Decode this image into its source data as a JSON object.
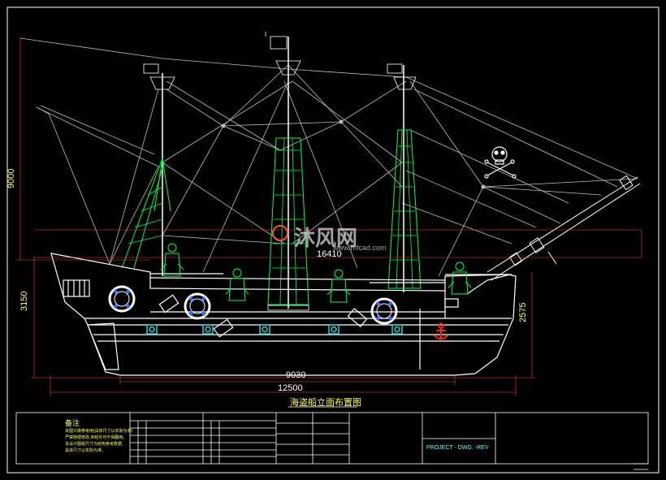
{
  "colors": {
    "background": "#000000",
    "frame": "#ffffff",
    "hull": "#ffffff",
    "rigging": "#bdbdbd",
    "mast": "#00ff40",
    "porthole": "#2ecfd0",
    "lifebuoy_stripe": "#2f6cff",
    "anchor": "#ff2020",
    "dimension": "#ffffff",
    "title": "#ffff55"
  },
  "dimensions": {
    "overall_height": "9000",
    "hull_height_left": "3150",
    "hull_height_right": "2575",
    "mid_span": "16410",
    "keel_length": "9030",
    "overall_length": "12500"
  },
  "drawing_title": "海盗船立面布置图",
  "watermark": {
    "text": "沐风网",
    "url": "www.mfcad.com"
  },
  "title_block": {
    "notes_heading": "备注",
    "notes_lines": [
      "本图只做参考用(具体尺寸以实际为准)",
      "严禁随便修改,未经许可不得翻用。",
      "本设计图纸尺寸为结构参考数据,",
      "具体尺寸以实际为准。"
    ],
    "project_line": "PROJECT - DWG. -REV"
  }
}
